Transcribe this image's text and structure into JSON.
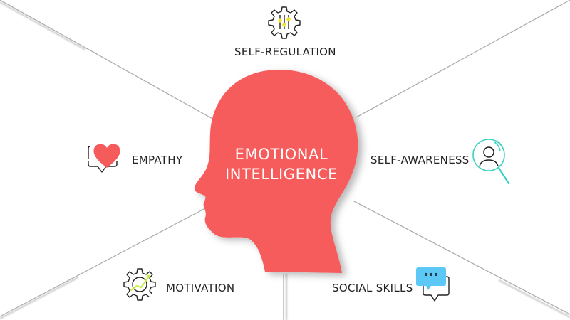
{
  "diagram": {
    "title": "EMOTIONAL INTELLIGENCE",
    "title_lines": [
      "EMOTIONAL",
      "INTELLIGENCE"
    ],
    "center_shape": "human-head-profile",
    "colors": {
      "head": "#F65B5B",
      "lines": "#9a9a9a",
      "text": "#222222",
      "accent_yellow": "#F2E33A",
      "accent_lime": "#C9EE4A",
      "accent_teal": "#3ED3C0",
      "accent_blue": "#5CC8F5",
      "background": "#FFFFFF"
    },
    "items": [
      {
        "id": "self-regulation",
        "label": "SELF-REGULATION",
        "icon": "gear-sliders-icon",
        "position": "top"
      },
      {
        "id": "empathy",
        "label": "EMPATHY",
        "icon": "heart-speech-bubble-icon",
        "position": "left"
      },
      {
        "id": "self-awareness",
        "label": "SELF-AWARENESS",
        "icon": "person-magnifier-icon",
        "position": "right"
      },
      {
        "id": "motivation",
        "label": "MOTIVATION",
        "icon": "gear-growth-arrow-icon",
        "position": "bottom-left"
      },
      {
        "id": "social-skills",
        "label": "SOCIAL SKILLS",
        "icon": "chat-bubbles-icon",
        "position": "bottom-right"
      }
    ]
  }
}
